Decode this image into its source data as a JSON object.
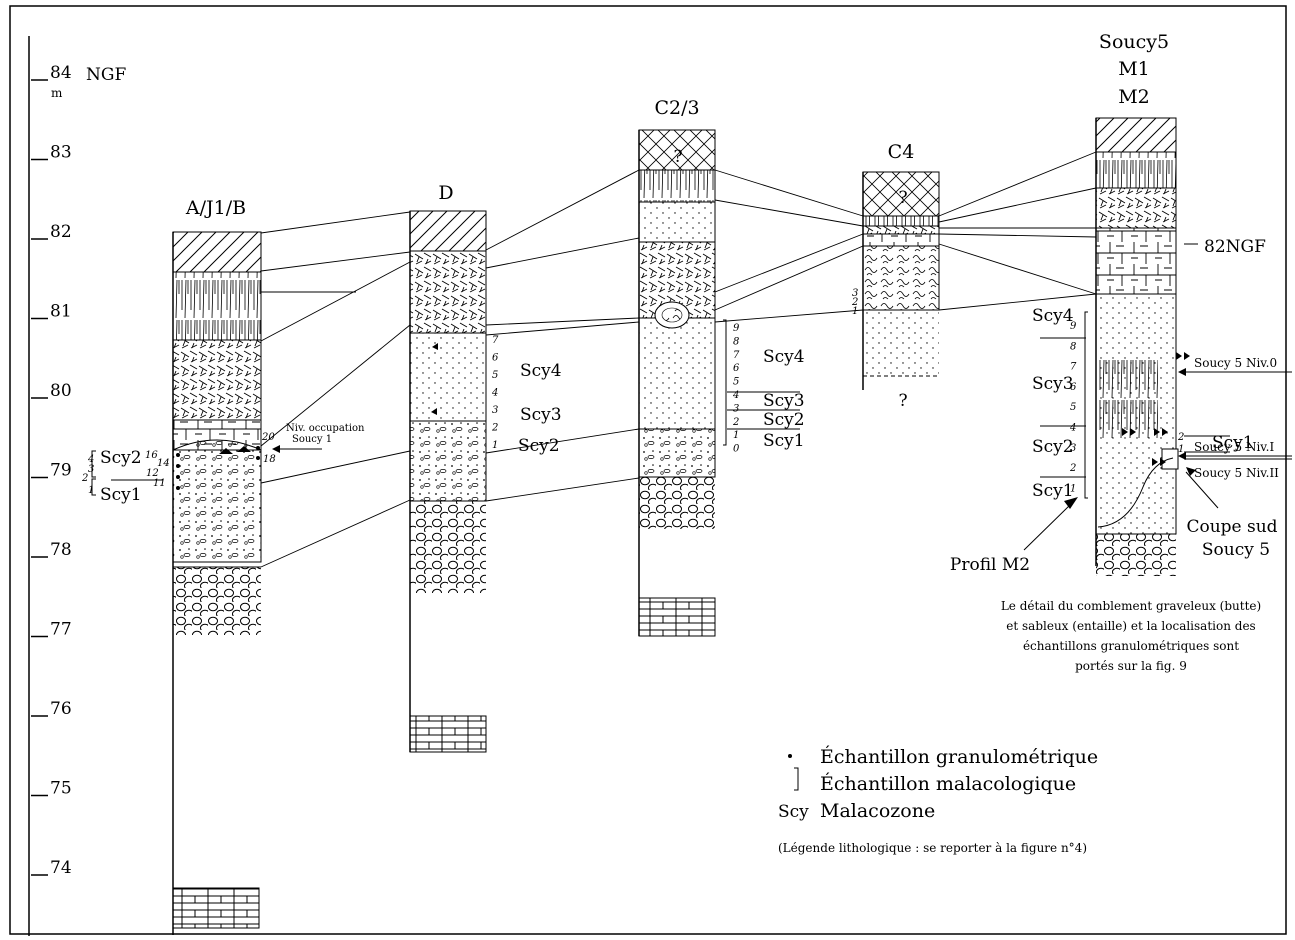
{
  "axis": {
    "unit": "m",
    "reference": "NGF",
    "ticks": [
      "84",
      "83",
      "82",
      "81",
      "80",
      "79",
      "78",
      "77",
      "76",
      "75",
      "74"
    ]
  },
  "columns": {
    "ajb": "A/J1/B",
    "d": "D",
    "c23": "C2/3",
    "c4": "C4",
    "soucy5_line1": "Soucy5",
    "soucy5_line2": "M1",
    "soucy5_line3": "M2"
  },
  "question_mark": "?",
  "ajb_zones": {
    "scy2": "Scy2",
    "scy1": "Scy1"
  },
  "ajb_samples": {
    "n4": "4",
    "n3": "3",
    "n2": "2",
    "n1": "1",
    "n16": "16",
    "n14": "14",
    "n12": "12",
    "n11": "11",
    "n20": "20",
    "n18": "18"
  },
  "occupation_label_1": "Niv. occupation",
  "occupation_label_2": "Soucy 1",
  "d_samples": [
    "7",
    "6",
    "5",
    "4",
    "3",
    "2",
    "1"
  ],
  "d_zones": {
    "scy4": "Scy4",
    "scy3": "Scy3",
    "scy2": "Scy2"
  },
  "c23_samples": [
    "9",
    "8",
    "7",
    "6",
    "5",
    "4",
    "3",
    "2",
    "1",
    "0"
  ],
  "c23_zones": {
    "scy4": "Scy4",
    "scy3": "Scy3",
    "scy2": "Scy2",
    "scy1": "Scy1"
  },
  "c4_samples": [
    "3",
    "2",
    "1"
  ],
  "s5_zones": {
    "scy4": "Scy4",
    "scy3": "Scy3",
    "scy2": "Scy2",
    "scy1": "Scy1"
  },
  "s5_samples": [
    "9",
    "8",
    "7",
    "6",
    "5",
    "4",
    "3",
    "2",
    "1"
  ],
  "s5_right_samples": [
    "2",
    "1"
  ],
  "s5_right_zone": "Scy1",
  "ngf82": "82NGF",
  "soucy5_levels": {
    "niv0": "Soucy 5 Niv.0",
    "niv1": "Soucy 5 Niv.I",
    "niv2": "Soucy 5 Niv.II"
  },
  "profil": "Profil M2",
  "coupe_1": "Coupe sud",
  "coupe_2": "Soucy 5",
  "note": [
    "Le détail du comblement graveleux (butte)",
    "et sableux (entaille) et la localisation des",
    "échantillons granulométriques sont",
    "portés sur la fig. 9"
  ],
  "legend": {
    "dot_label": "Échantillon granulométrique",
    "bracket_label": "Échantillon malacologique",
    "scy_symbol": "Scy",
    "scy_label": "Malacozone",
    "lithology_note": "(Légende lithologique : se reporter à la figure n°4)"
  }
}
